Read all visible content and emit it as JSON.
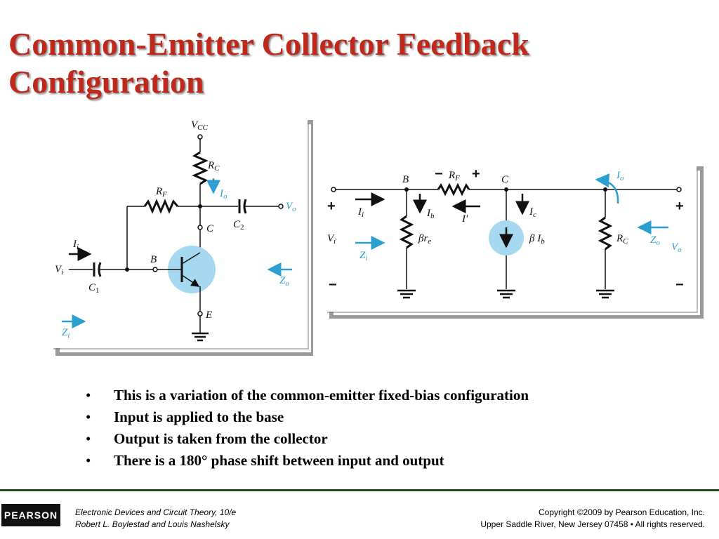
{
  "slide": {
    "title": "Common-Emitter Collector Feedback Configuration",
    "bullets": [
      "This is a variation of the common-emitter fixed-bias configuration",
      "Input is applied to the base",
      "Output is taken from the collector",
      "There is a 180° phase shift between input and output"
    ]
  },
  "figure_left": {
    "vcc": "V",
    "vcc_sub": "CC",
    "rc": "R",
    "rc_sub": "C",
    "rf": "R",
    "rf_sub": "F",
    "io": "I",
    "io_sub": "o",
    "vo": "V",
    "vo_sub": "o",
    "c_node": "C",
    "c2": "C",
    "c2_sub": "2",
    "ii": "I",
    "ii_sub": "i",
    "b_node": "B",
    "vi": "V",
    "vi_sub": "i",
    "c1": "C",
    "c1_sub": "1",
    "zo": "Z",
    "zo_sub": "o",
    "e_node": "E",
    "zi": "Z",
    "zi_sub": "i"
  },
  "figure_right": {
    "b_node": "B",
    "rf_minus": "−",
    "rf": "R",
    "rf_sub": "F",
    "rf_plus": "+",
    "c_node": "C",
    "io": "I",
    "io_sub": "o",
    "plus_left": "+",
    "ii": "I",
    "ii_sub": "i",
    "ib": "I",
    "ib_sub": "b",
    "iprime": "I′",
    "ic": "I",
    "ic_sub": "c",
    "plus_right": "+",
    "vi": "V",
    "vi_sub": "i",
    "beta_re": "βr",
    "beta_re_sub": "e",
    "beta_ib": "β I",
    "beta_ib_sub": "b",
    "rc": "R",
    "rc_sub": "C",
    "zo": "Z",
    "zo_sub": "o",
    "vo": "V",
    "vo_sub": "o",
    "zi": "Z",
    "zi_sub": "i",
    "minus_left": "−",
    "minus_right": "−"
  },
  "footer": {
    "publisher": "PEARSON",
    "book_line1": "Electronic Devices and Circuit Theory, 10/e",
    "book_line2": "Robert L. Boylestad and Louis Nashelsky",
    "copyright_line1": "Copyright ©2009 by Pearson Education, Inc.",
    "copyright_line2": "Upper Saddle River, New Jersey 07458 • All rights reserved."
  },
  "colors": {
    "title": "#c0281c",
    "accent_blue": "#2a9fd0",
    "transistor_fill": "#a6d9ef",
    "figure_shadow": "#9a9a9a",
    "footer_rule": "#1e4a1e"
  }
}
